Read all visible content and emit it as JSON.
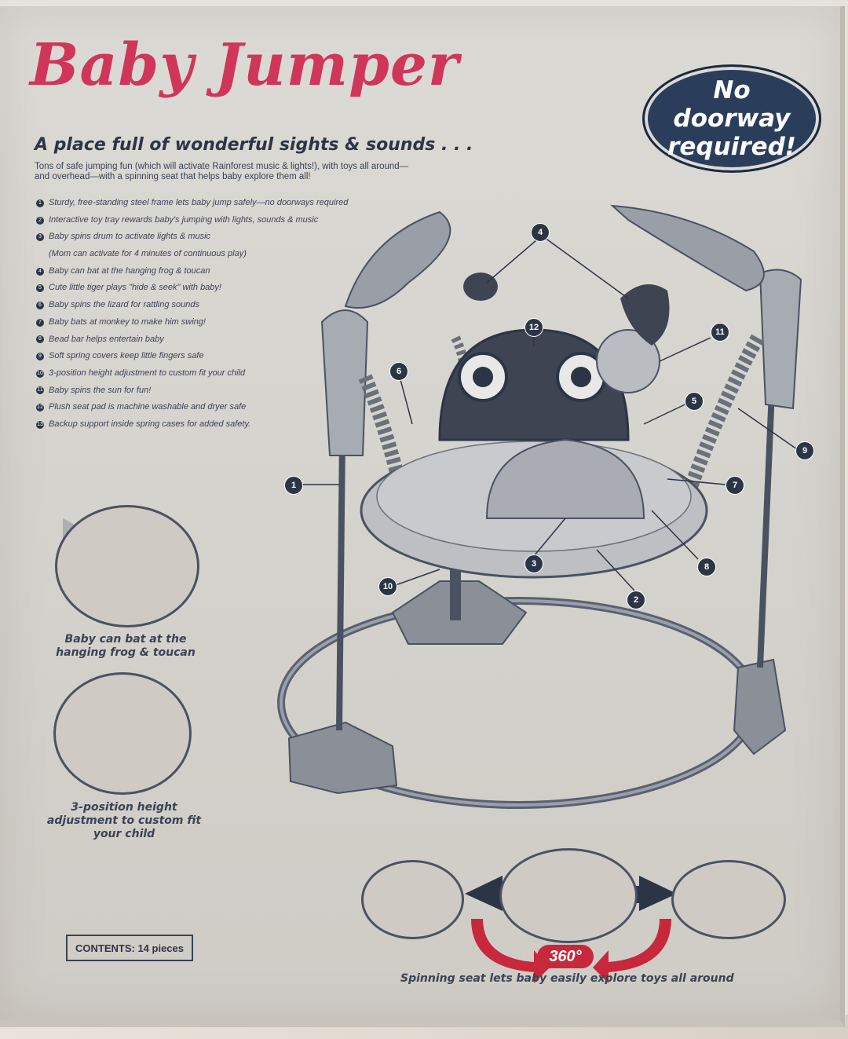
{
  "product": {
    "title": "Baby Jumper",
    "badge": "No doorway required!",
    "headline": "A place full of wonderful sights & sounds . . .",
    "intro": "Tons of safe jumping fun (which will activate Rainforest music & lights!), with toys all around—and overhead—with a spinning seat that helps baby explore them all!"
  },
  "features": [
    {
      "num": "1",
      "text": "Sturdy, free-standing steel frame lets baby jump safely—no doorways required"
    },
    {
      "num": "2",
      "text": "Interactive toy tray rewards baby's jumping with lights, sounds & music"
    },
    {
      "num": "3",
      "text": "Baby spins drum to activate lights & music"
    },
    {
      "num": "",
      "text": "(Mom can activate for 4 minutes of continuous play)"
    },
    {
      "num": "4",
      "text": "Baby can bat at the hanging frog & toucan"
    },
    {
      "num": "5",
      "text": "Cute little tiger plays \"hide & seek\" with baby!"
    },
    {
      "num": "6",
      "text": "Baby spins the lizard for rattling sounds"
    },
    {
      "num": "7",
      "text": "Baby bats at monkey to make him swing!"
    },
    {
      "num": "8",
      "text": "Bead bar helps entertain baby"
    },
    {
      "num": "9",
      "text": "Soft spring covers keep little fingers safe"
    },
    {
      "num": "10",
      "text": "3-position height adjustment to custom fit your child"
    },
    {
      "num": "11",
      "text": "Baby spins the sun for fun!"
    },
    {
      "num": "12",
      "text": "Plush seat pad is machine washable and dryer safe"
    },
    {
      "num": "13",
      "text": "Backup support inside spring cases for added safety."
    }
  ],
  "captions": {
    "bat": "Baby can bat at the hanging frog & toucan",
    "height": "3-position height adjustment to custom fit your child",
    "spin": "Spinning seat lets baby easily explore toys all around",
    "degrees": "360°"
  },
  "contents_label": "CONTENTS: 14 pieces",
  "callouts": [
    "1",
    "2",
    "3",
    "4",
    "5",
    "6",
    "7",
    "8",
    "9",
    "10",
    "11",
    "12"
  ],
  "colors": {
    "title": "#d0365a",
    "badge": "#2a3e5c",
    "accent_red": "#c8283c",
    "ink": "#2c3546"
  }
}
